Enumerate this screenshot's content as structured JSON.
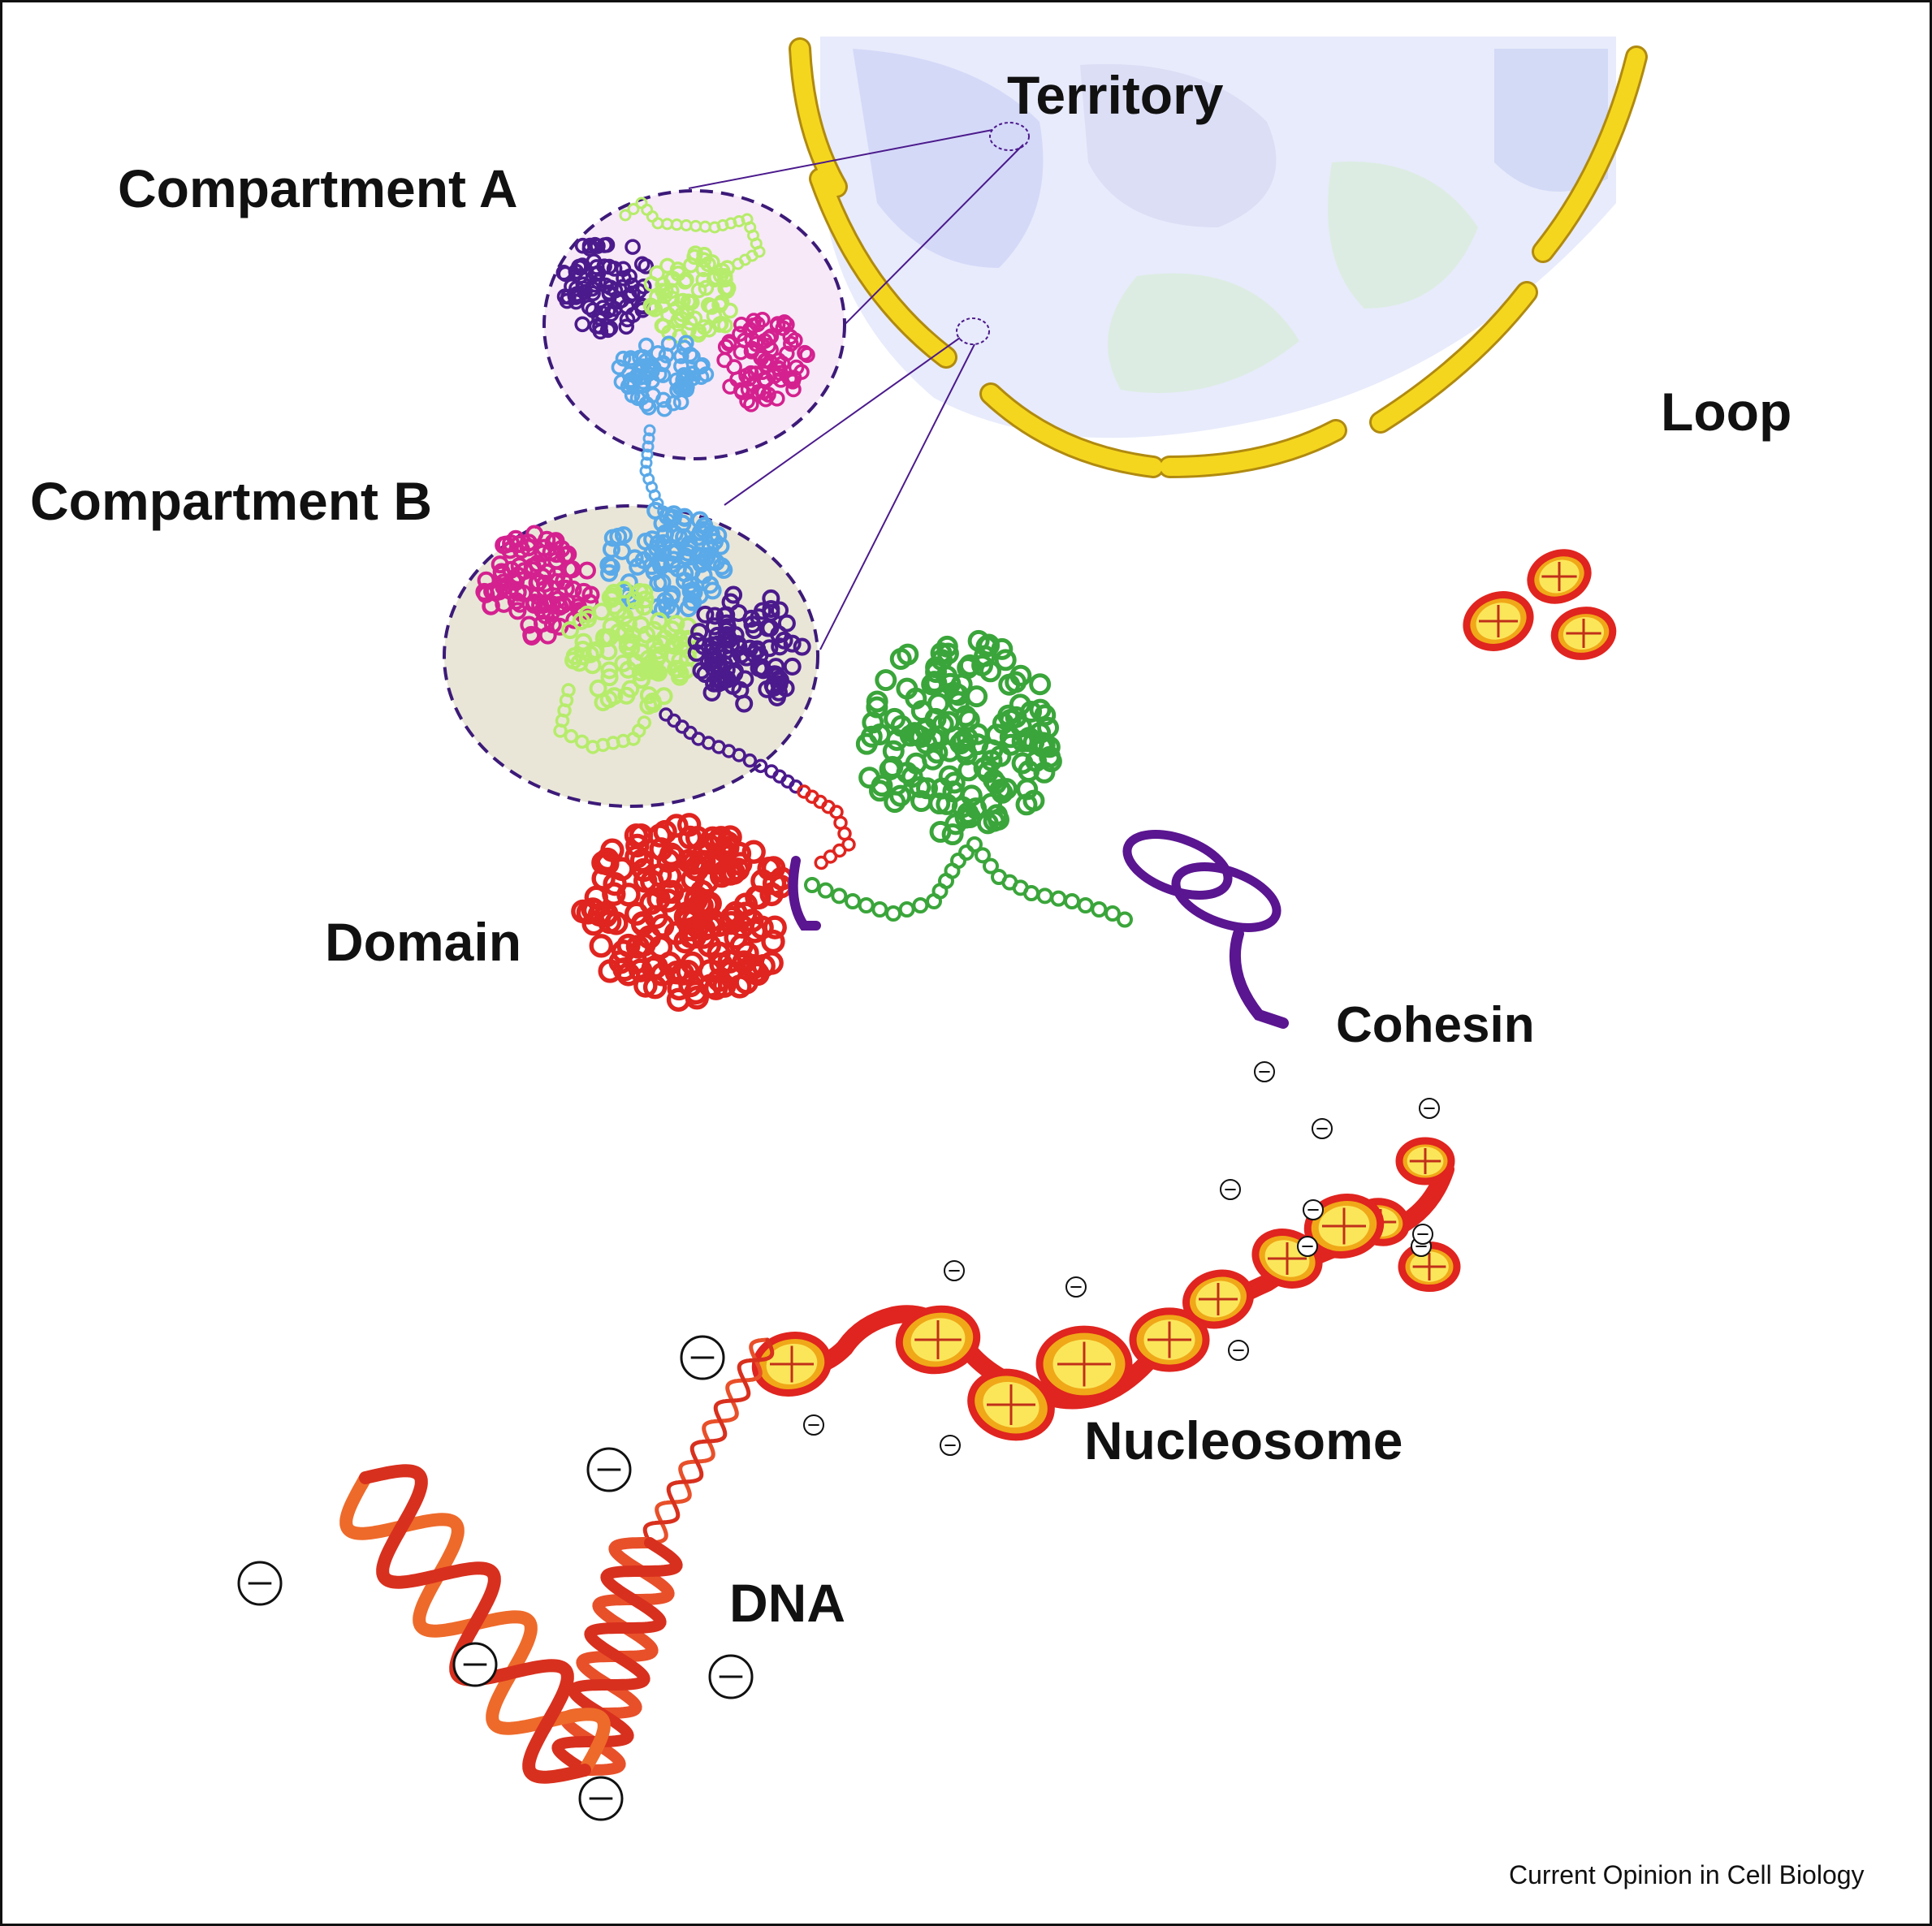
{
  "labels": {
    "territory": "Territory",
    "compartment_a": "Compartment A",
    "compartment_b": "Compartment B",
    "loop": "Loop",
    "domain": "Domain",
    "cohesin": "Cohesin",
    "nucleosome": "Nucleosome",
    "dna": "DNA"
  },
  "credit": "Current Opinion in Cell Biology",
  "colors": {
    "nuclear_envelope": "#f5d61e",
    "territory_blue": "#c9cdf5",
    "territory_green": "#d6ecd8",
    "chromatin_red": "#e0241f",
    "chromatin_orange": "#f29a1a",
    "bead_yellow": "#f6c431",
    "compartment_purple": "#4b1a8c",
    "compartment_green": "#b6ec6b",
    "compartment_blue": "#5aa9e8",
    "compartment_magenta": "#d4218f",
    "domain_green": "#3aa53a",
    "cohesin_purple": "#5a1590",
    "compartment_a_bg": "#f7e9f7",
    "compartment_b_bg": "#e9e6d8"
  }
}
